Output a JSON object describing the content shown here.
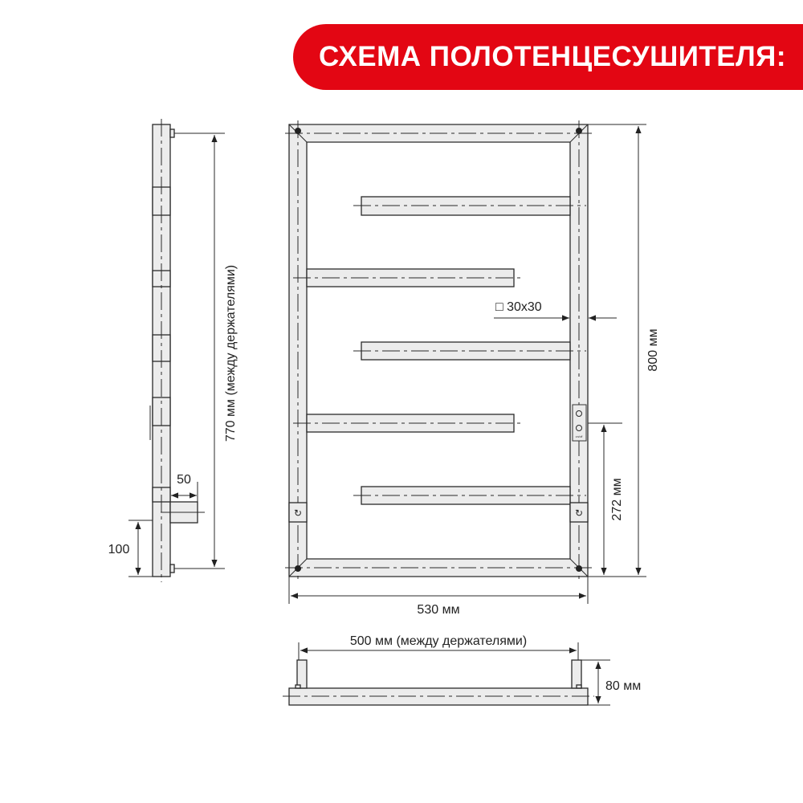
{
  "header": {
    "title": "СХЕМА ПОЛОТЕНЦЕСУШИТЕЛЯ:",
    "color": "#e30613"
  },
  "dimensions": {
    "side_height": "770 мм (между держателями)",
    "side_depth": "50",
    "side_bottom": "100",
    "profile": "30x30",
    "total_height": "800 мм",
    "connection_height": "272 мм",
    "total_width": "530 мм",
    "holder_spacing": "500 мм (между держателями)",
    "depth": "80 мм"
  },
  "control_panel": {
    "label": "on/off",
    "icons": [
      "timer-icon",
      "power-icon"
    ]
  },
  "colors": {
    "fill": "#ececec",
    "stroke": "#2a2a2a"
  }
}
